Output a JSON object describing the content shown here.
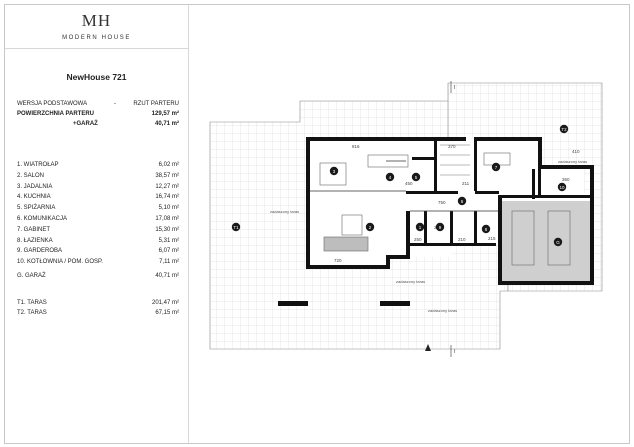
{
  "brand": {
    "mark": "MH",
    "name": "MODERN HOUSE"
  },
  "title": "NewHouse 721",
  "header": {
    "version_label": "WERSJA PODSTAWOWA",
    "dash": "-",
    "plan_label": "RZUT PARTERU"
  },
  "area": {
    "floor_label": "POWIERZCHNIA PARTERU",
    "floor_value": "129,57 m²",
    "garage_label": "+GARAŻ",
    "garage_value": "40,71 m²"
  },
  "rooms": [
    {
      "label": "1.  WIATROŁAP",
      "value": "6,02 m²"
    },
    {
      "label": "2.  SALON",
      "value": "38,57 m²"
    },
    {
      "label": "3.  JADALNIA",
      "value": "12,27 m²"
    },
    {
      "label": "4.  KUCHNIA",
      "value": "16,74 m²"
    },
    {
      "label": "5.  SPIŻARNIA",
      "value": "5,10 m²"
    },
    {
      "label": "6.  KOMUNIKACJA",
      "value": "17,08 m²"
    },
    {
      "label": "7.  GABINET",
      "value": "15,30 m²"
    },
    {
      "label": "8.  ŁAZIENKA",
      "value": "5,31 m²"
    },
    {
      "label": "9.  GARDEROBA",
      "value": "6,07 m²"
    },
    {
      "label": "10. KOTŁOWNIA / POM. GOSP.",
      "value": "7,11 m²"
    }
  ],
  "garage": {
    "label": "G.  GARAŻ",
    "value": "40,71 m²"
  },
  "terraces": [
    {
      "label": "T1. TARAS",
      "value": "201,47 m²"
    },
    {
      "label": "T2. TARAS",
      "value": "67,15 m²"
    }
  ],
  "plan": {
    "room_numbers": [
      "1",
      "2",
      "3",
      "4",
      "5",
      "6",
      "7",
      "8",
      "9",
      "10",
      "G",
      "T1",
      "T2"
    ],
    "dims": [
      "816",
      "370",
      "450",
      "750",
      "230",
      "211",
      "720",
      "215",
      "410",
      "360",
      "250",
      "210"
    ],
    "notes": [
      "zadaszony taras",
      "zadaszony taras",
      "zadaszony taras",
      "zadaszony taras"
    ],
    "section_marks": [
      "I",
      "I"
    ],
    "colors": {
      "wall": "#111111",
      "paving": "#d8d8d8",
      "garage": "#d0d0d0",
      "badge": "#1a1a1a"
    }
  }
}
